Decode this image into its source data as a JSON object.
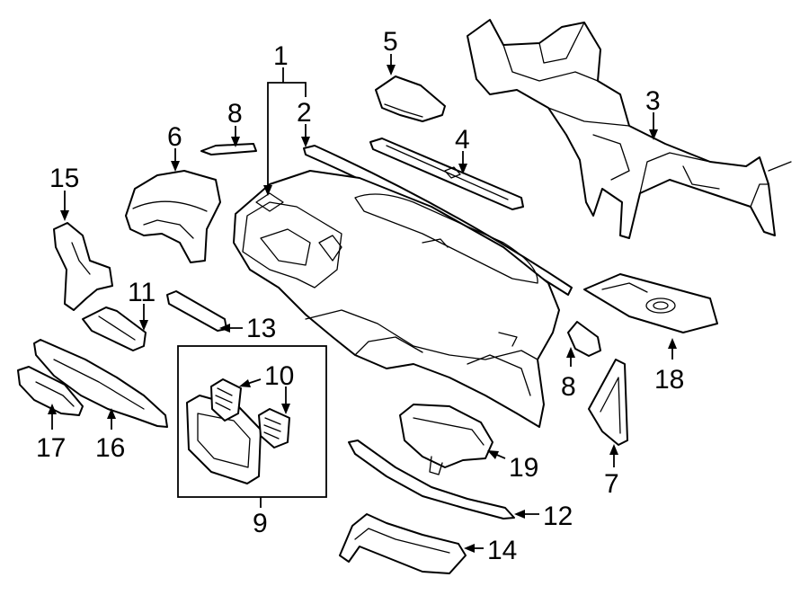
{
  "callouts": {
    "c1": "1",
    "c2": "2",
    "c3": "3",
    "c4": "4",
    "c5": "5",
    "c6": "6",
    "c7": "7",
    "c8a": "8",
    "c8b": "8",
    "c9": "9",
    "c10": "10",
    "c11": "11",
    "c12": "12",
    "c13": "13",
    "c14": "14",
    "c15": "15",
    "c16": "16",
    "c17": "17",
    "c18": "18",
    "c19": "19"
  },
  "colors": {
    "line": "#000000",
    "background": "#ffffff"
  }
}
